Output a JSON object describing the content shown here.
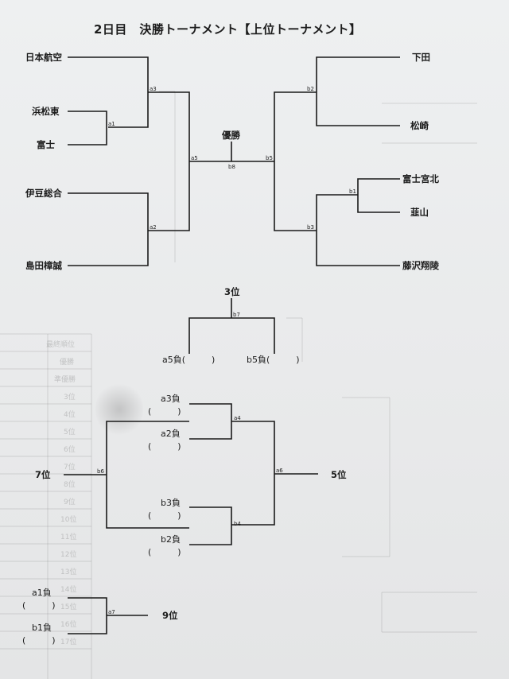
{
  "title": "2日目　決勝トーナメント【上位トーナメント】",
  "left_teams": [
    "日本航空",
    "浜松東",
    "富士",
    "伊豆総合",
    "島田樟誠"
  ],
  "right_teams": [
    "下田",
    "松崎",
    "富士宮北",
    "韮山",
    "藤沢翔陵"
  ],
  "final_label": "優勝",
  "matches": {
    "a1": "a1",
    "a2": "a2",
    "a3": "a3",
    "a4": "a4",
    "a5": "a5",
    "a6": "a6",
    "a7": "a7",
    "b1": "b1",
    "b2": "b2",
    "b3": "b3",
    "b4": "b4",
    "b5": "b5",
    "b6": "b6",
    "b7": "b7",
    "b8": "b8"
  },
  "third_place": {
    "label": "3位",
    "left": "a5負(　　　)",
    "right": "b5負(　　　)"
  },
  "fifth_bracket": {
    "entries": [
      {
        "label": "a3負",
        "paren": "(　　　)"
      },
      {
        "label": "a2負",
        "paren": "(　　　)"
      },
      {
        "label": "b3負",
        "paren": "(　　　)"
      },
      {
        "label": "b2負",
        "paren": "(　　　)"
      }
    ],
    "seventh_label": "7位",
    "fifth_label": "5位"
  },
  "ninth_bracket": {
    "entries": [
      {
        "label": "a1負",
        "paren": "(　　　)"
      },
      {
        "label": "b1負",
        "paren": "(　　　)"
      }
    ],
    "ninth_label": "9位"
  },
  "ghost_text": {
    "left_column": [
      "優勝",
      "準優勝",
      "3位",
      "4位",
      "5位",
      "6位",
      "7位",
      "8位",
      "9位",
      "10位",
      "11位",
      "12位",
      "13位",
      "14位",
      "15位",
      "16位",
      "17位"
    ],
    "header": "最終順位"
  }
}
